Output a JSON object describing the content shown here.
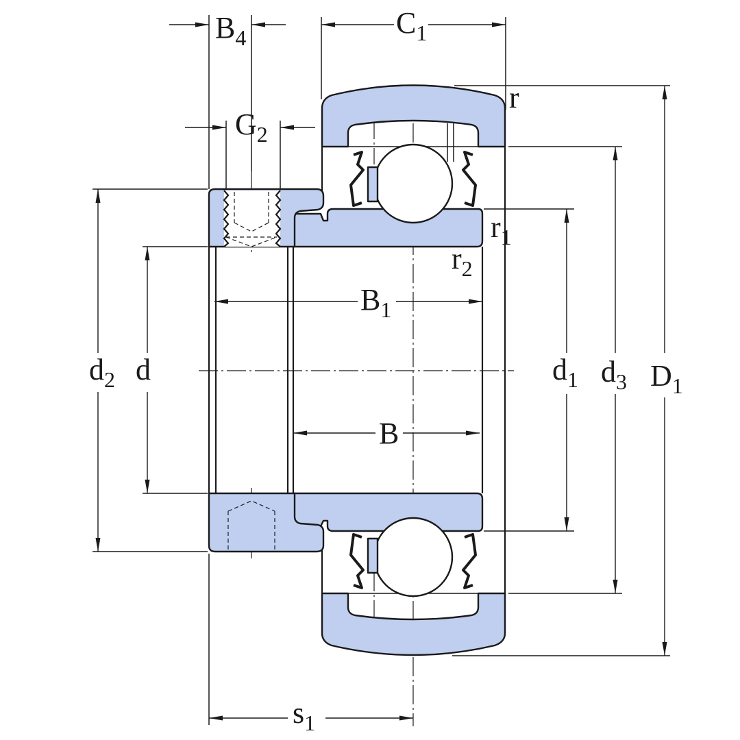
{
  "drawing": {
    "labels": {
      "B4": {
        "main": "B",
        "sub": "4"
      },
      "C1": {
        "main": "C",
        "sub": "1"
      },
      "r": {
        "main": "r",
        "sub": ""
      },
      "G2": {
        "main": "G",
        "sub": "2"
      },
      "r1": {
        "main": "r",
        "sub": "1"
      },
      "r2": {
        "main": "r",
        "sub": "2"
      },
      "B1": {
        "main": "B",
        "sub": "1"
      },
      "d2": {
        "main": "d",
        "sub": "2"
      },
      "d": {
        "main": "d",
        "sub": ""
      },
      "d1": {
        "main": "d",
        "sub": "1"
      },
      "d3": {
        "main": "d",
        "sub": "3"
      },
      "D1": {
        "main": "D",
        "sub": "1"
      },
      "B": {
        "main": "B",
        "sub": ""
      },
      "s1": {
        "main": "s",
        "sub": "1"
      }
    },
    "colors": {
      "steel_fill": "#c0cff0",
      "outline": "#1a1a1a",
      "background": "#ffffff"
    }
  }
}
